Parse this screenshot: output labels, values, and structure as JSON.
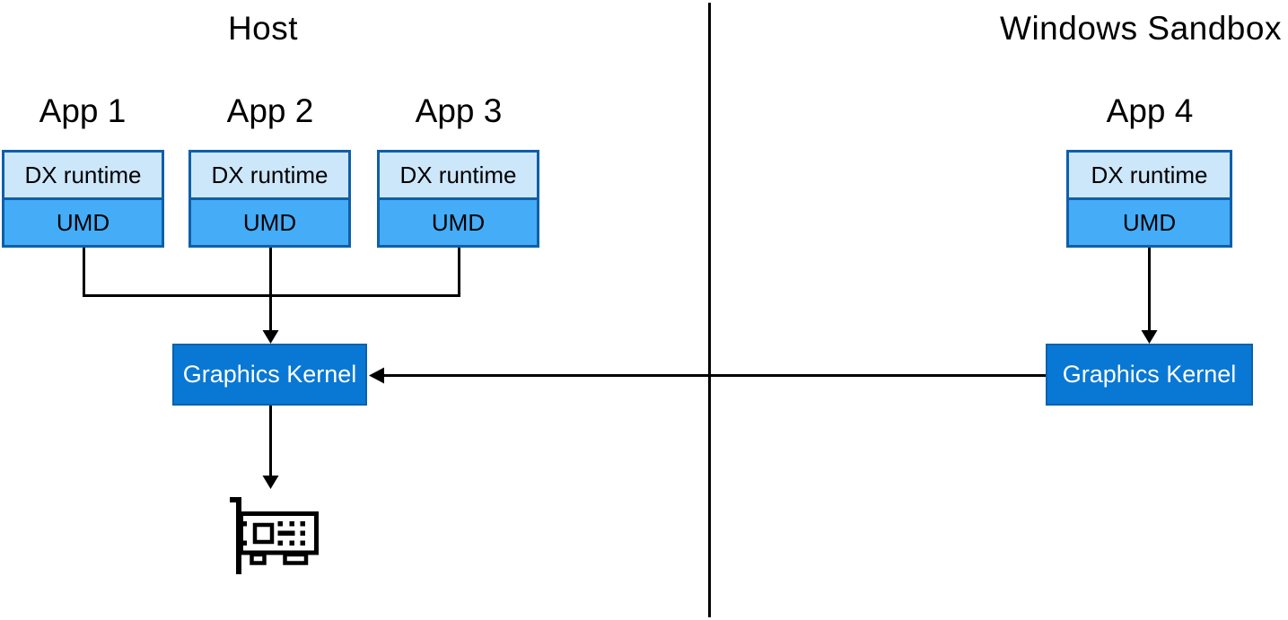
{
  "sections": {
    "host": {
      "title": "Host"
    },
    "sandbox": {
      "title": "Windows Sandbox"
    }
  },
  "apps": [
    {
      "label": "App 1",
      "layers": [
        "DX runtime",
        "UMD"
      ]
    },
    {
      "label": "App 2",
      "layers": [
        "DX runtime",
        "UMD"
      ]
    },
    {
      "label": "App 3",
      "layers": [
        "DX runtime",
        "UMD"
      ]
    },
    {
      "label": "App 4",
      "layers": [
        "DX runtime",
        "UMD"
      ]
    }
  ],
  "kernels": {
    "host": "Graphics Kernel",
    "sandbox": "Graphics Kernel"
  },
  "icons": {
    "gpu": "gpu-card-icon"
  },
  "colors": {
    "background": "#ffffff",
    "dx_runtime_fill": "#cde7fa",
    "umd_fill": "#45acf7",
    "box_border": "#0f5fa8",
    "kernel_fill": "#0978d4",
    "kernel_border": "#0b61ad",
    "kernel_text": "#ffffff",
    "line": "#000000",
    "text": "#000000"
  }
}
